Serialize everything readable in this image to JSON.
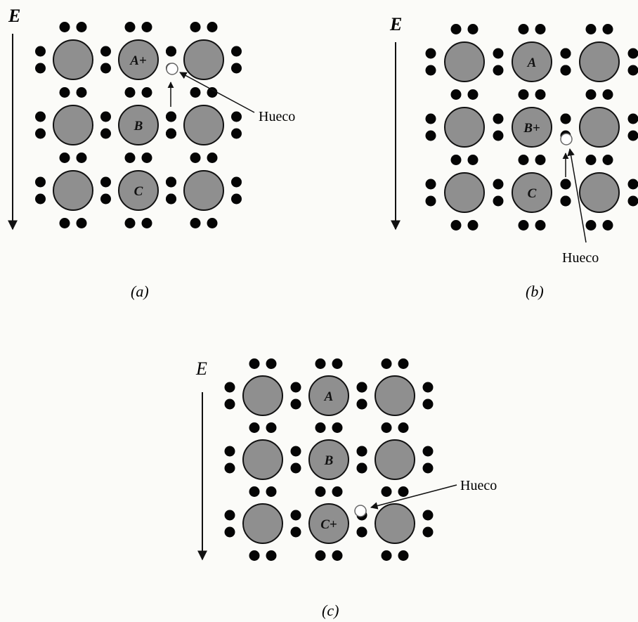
{
  "field_label": "E",
  "hole_label": "Hueco",
  "colors": {
    "atom_fill": "#8f8f8f",
    "atom_stroke": "#111111",
    "electron": "#050505",
    "background": "#fbfbf8",
    "ink": "#111111"
  },
  "panels": [
    {
      "caption": "(a)",
      "atoms": [
        "",
        "A+",
        "",
        "",
        "B",
        "",
        "",
        "C",
        ""
      ],
      "hole_label": "Hueco"
    },
    {
      "caption": "(b)",
      "atoms": [
        "",
        "A",
        "",
        "",
        "B+",
        "",
        "",
        "C",
        ""
      ],
      "hole_label": "Hueco"
    },
    {
      "caption": "(c)",
      "atoms": [
        "",
        "A",
        "",
        "",
        "B",
        "",
        "",
        "C+",
        ""
      ],
      "hole_label": "Hueco"
    }
  ]
}
